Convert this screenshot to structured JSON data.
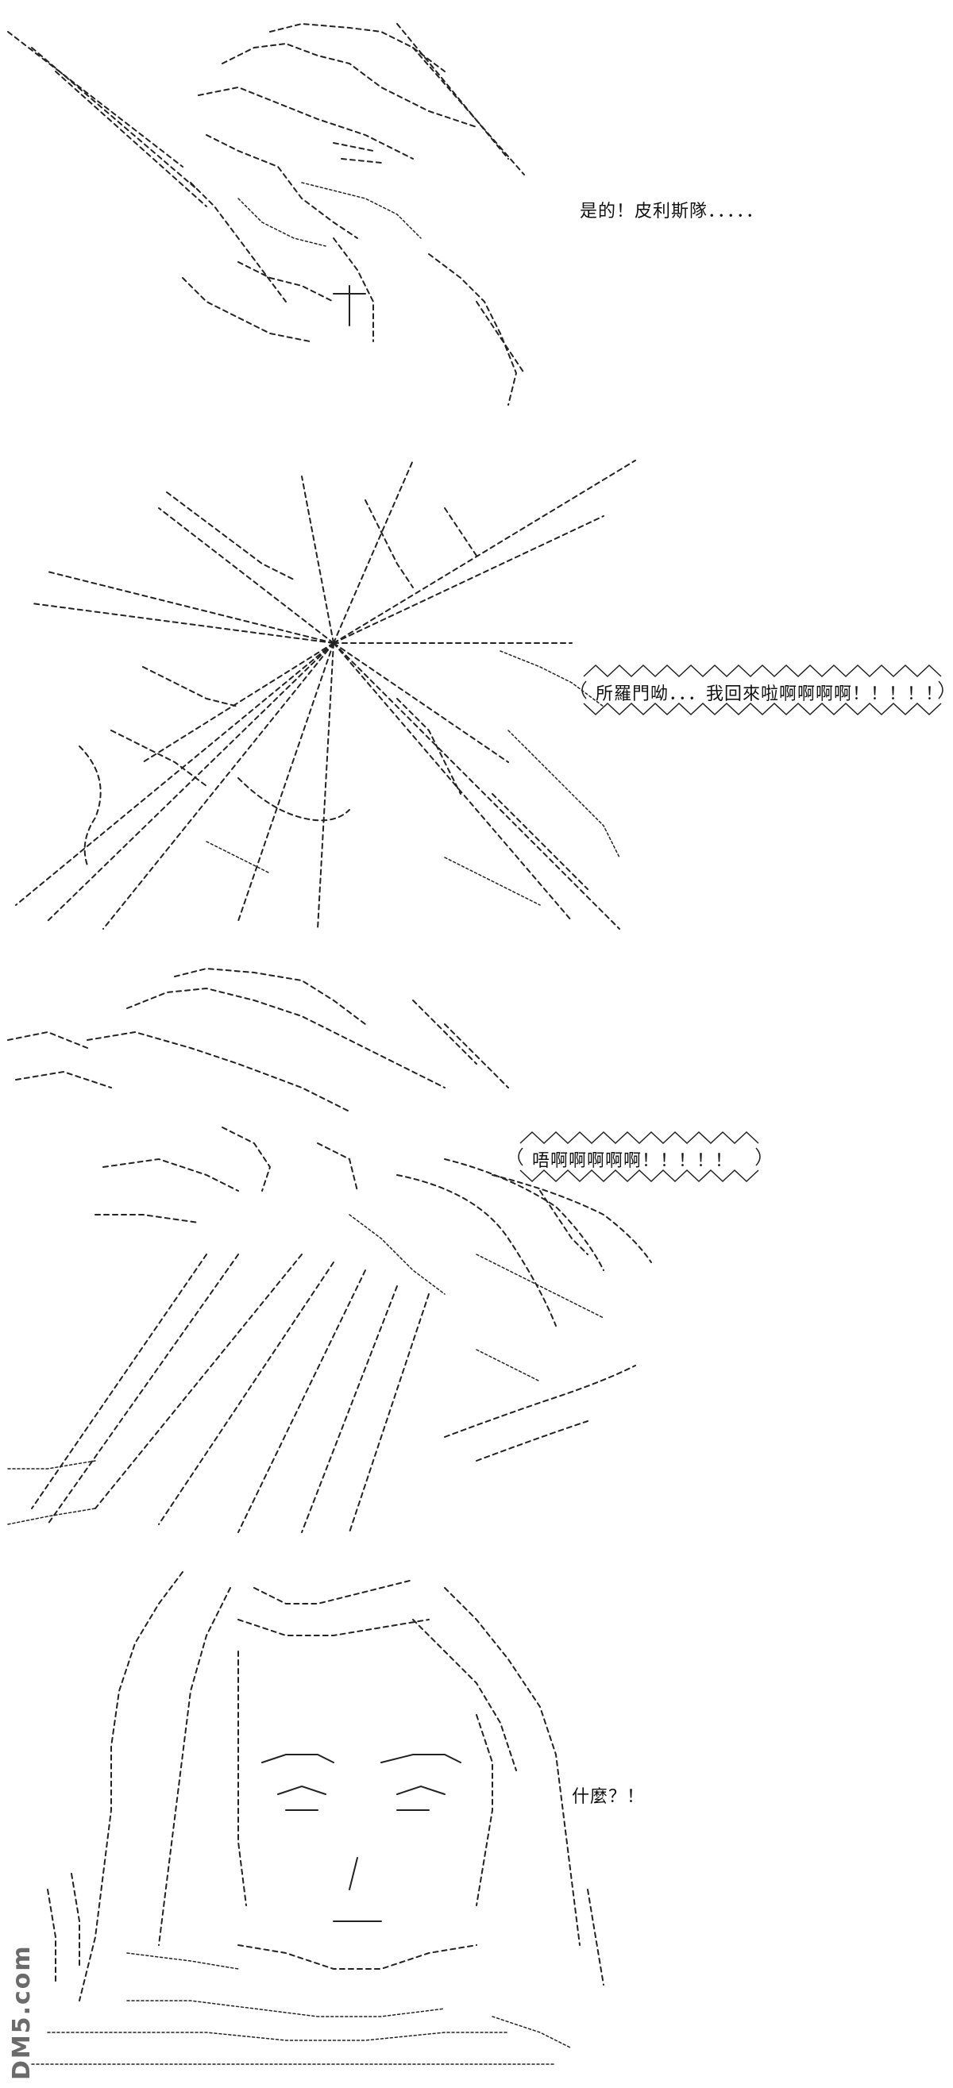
{
  "panels": [
    {
      "caption": "是的！皮利斯隊．．．．．"
    },
    {
      "caption": "所羅門呦．．．我回來啦啊啊啊啊！！！！！"
    },
    {
      "caption": "唔啊啊啊啊啊！！！！！"
    },
    {
      "caption": "什麼？！"
    }
  ],
  "watermark": {
    "text": "DM5.com"
  },
  "colors": {
    "ink": "#111111",
    "background": "#ffffff",
    "watermark": "#6b6b6b"
  }
}
